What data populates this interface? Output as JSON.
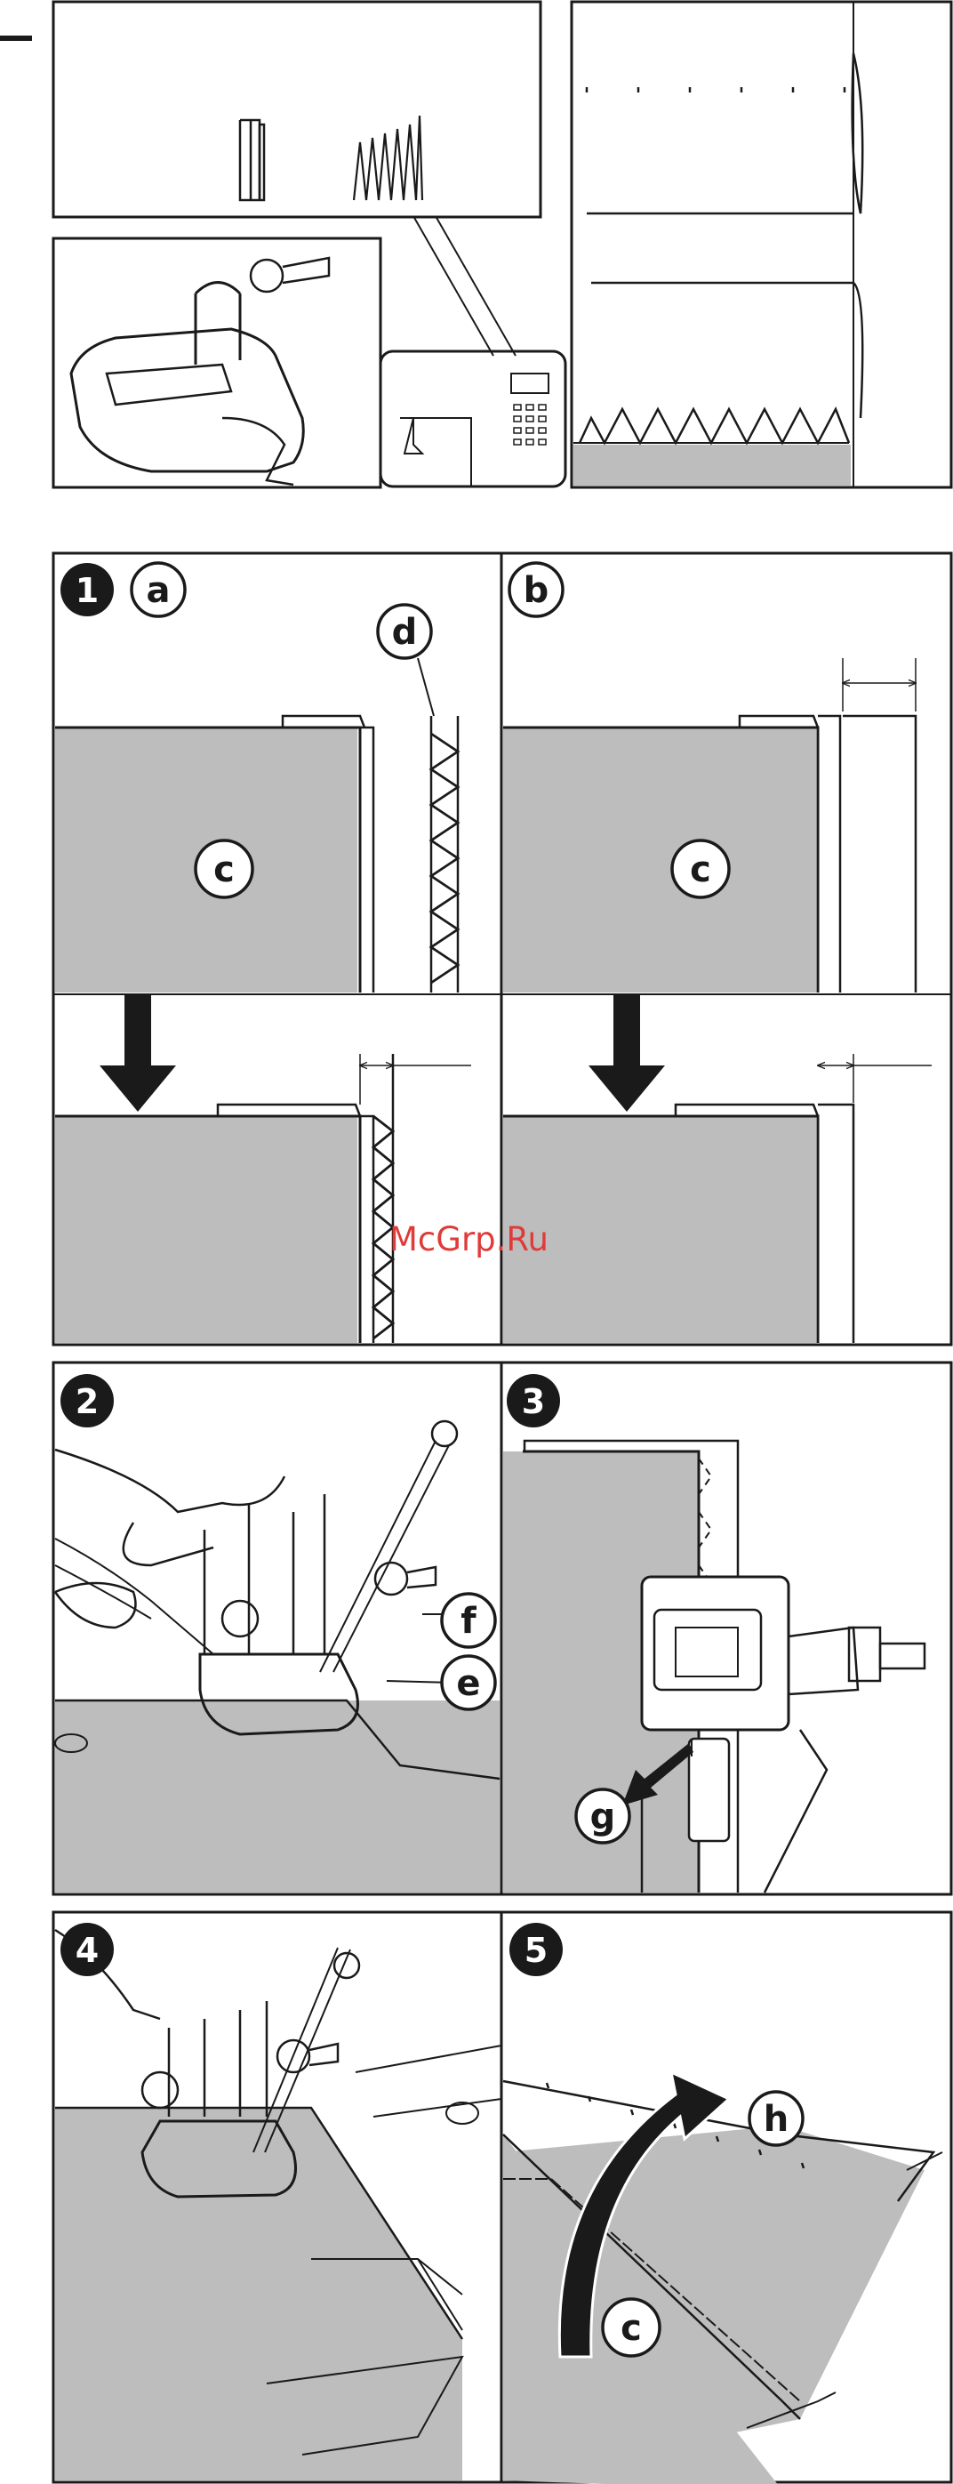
{
  "steps": {
    "s1": "1",
    "s2": "2",
    "s3": "3",
    "s4": "4",
    "s5": "5"
  },
  "callouts": {
    "a": "a",
    "b": "b",
    "c": "c",
    "d": "d",
    "e": "e",
    "f": "f",
    "g": "g",
    "h": "h"
  },
  "watermark": "McGrp.Ru",
  "colors": {
    "fabric": "#bdbdbd",
    "line": "#1a1a1a",
    "watermark": "#e03a3a"
  }
}
